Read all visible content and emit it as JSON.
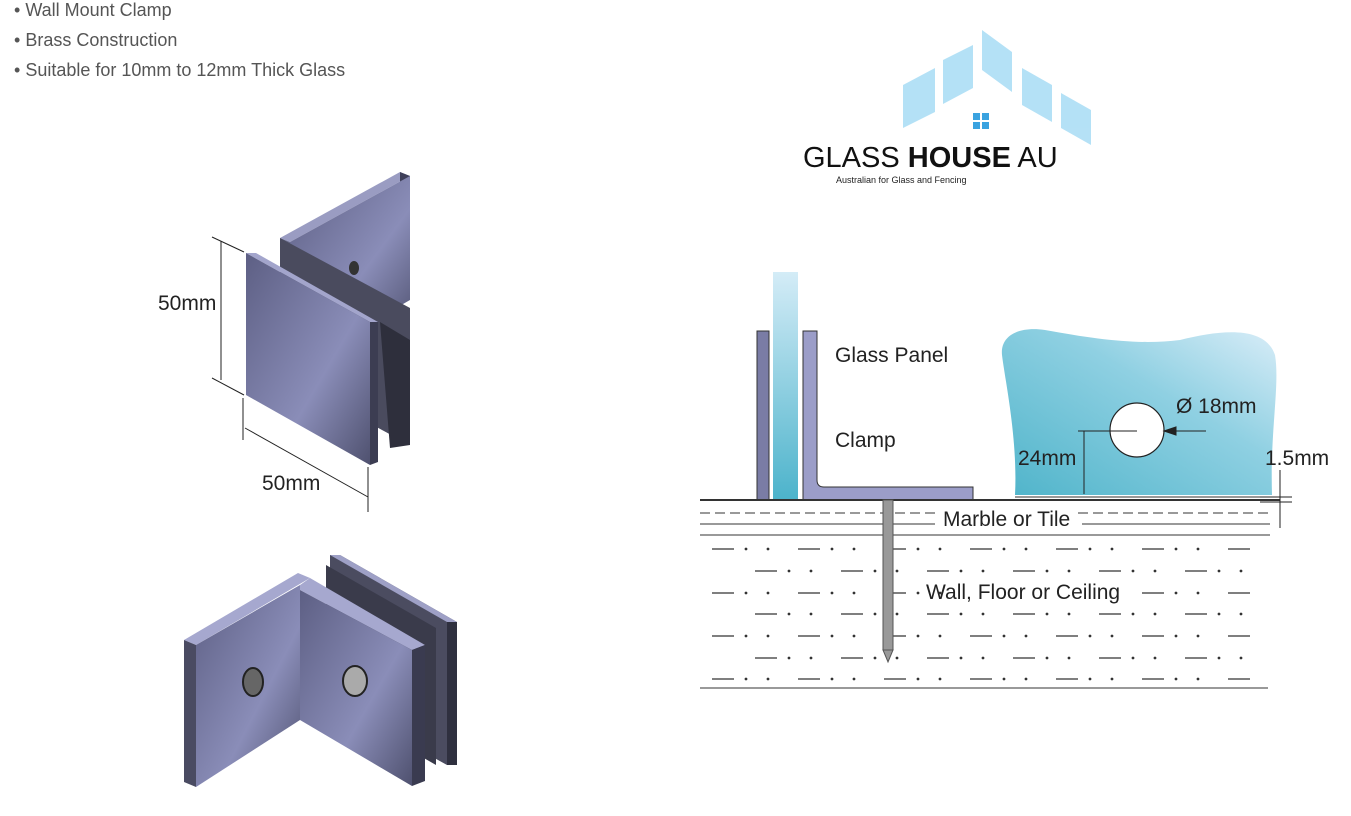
{
  "features": [
    "Wall Mount Clamp",
    "Brass Construction",
    "Suitable for 10mm to  12mm Thick Glass"
  ],
  "logo": {
    "brand_light": "GLASS ",
    "brand_bold": "HOUSE",
    "brand_suffix": " AU",
    "tagline": "Australian for Glass and Fencing"
  },
  "iso_dimensions": {
    "height": "50mm",
    "width": "50mm"
  },
  "diagram": {
    "glass_panel": "Glass Panel",
    "clamp": "Clamp",
    "hole_diameter": "Ø 18mm",
    "hole_height": "24mm",
    "gap": "1.5mm",
    "marble": "Marble or Tile",
    "wall": "Wall, Floor or Ceiling"
  },
  "colors": {
    "metal": "#7c7fa8",
    "glass": "#5fbdd2",
    "logo_blue": "#9fd6f2"
  }
}
